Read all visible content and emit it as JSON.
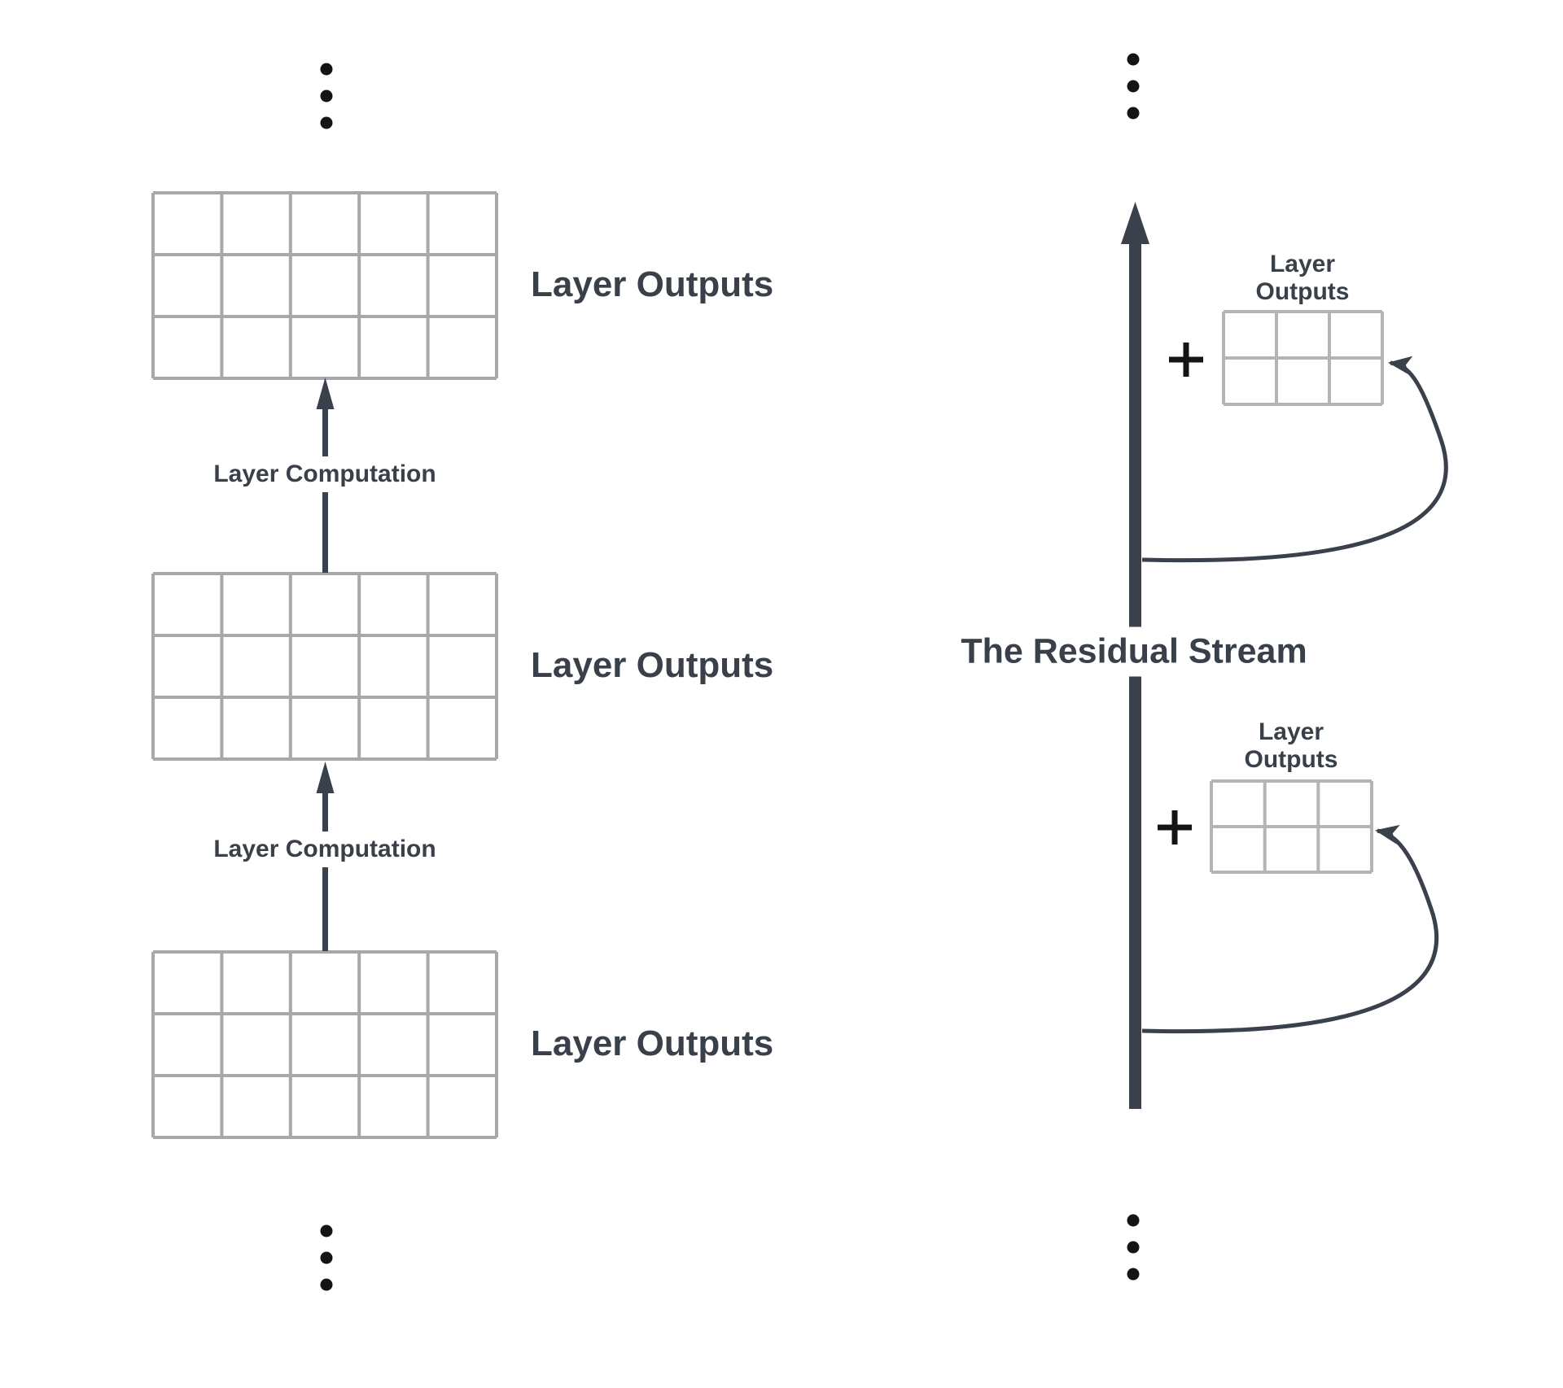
{
  "colors": {
    "background": "#ffffff",
    "grid_line": "#a6a8aa",
    "small_grid_line": "#b2b4b6",
    "stroke_dark": "#3a414c",
    "text": "#394049",
    "black": "#141414"
  },
  "left": {
    "top_ellipsis": "⋮",
    "grids": [
      {
        "label": "Layer Outputs",
        "columns": 5,
        "rows": 3
      },
      {
        "label": "Layer Outputs",
        "columns": 5,
        "rows": 3
      },
      {
        "label": "Layer Outputs",
        "columns": 5,
        "rows": 3
      }
    ],
    "arrows": [
      {
        "label": "Layer Computation"
      },
      {
        "label": "Layer Computation"
      }
    ],
    "bottom_ellipsis": "⋮"
  },
  "right": {
    "top_ellipsis": "⋮",
    "title": "The Residual Stream",
    "additions": [
      {
        "plus": "+",
        "label": "Layer Outputs",
        "columns": 3,
        "rows": 2
      },
      {
        "plus": "+",
        "label": "Layer Outputs",
        "columns": 3,
        "rows": 2
      }
    ],
    "bottom_ellipsis": "⋮"
  }
}
